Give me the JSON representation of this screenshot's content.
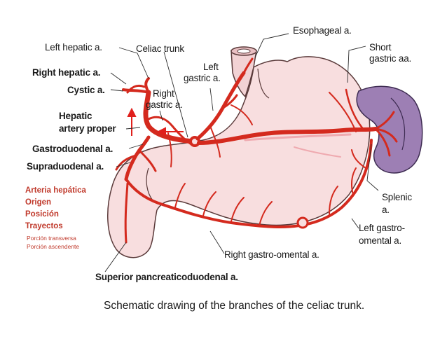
{
  "labels": {
    "left_hepatic": "Left hepatic a.",
    "celiac_trunk": "Celiac trunk",
    "left_gastric_1": "Left",
    "left_gastric_2": "gastric a.",
    "esophageal": "Esophageal a.",
    "short_gastric_1": "Short",
    "short_gastric_2": "gastric aa.",
    "right_hepatic": "Right hepatic a.",
    "cystic": "Cystic a.",
    "right_gastric_1": "Right",
    "right_gastric_2": "gastric a.",
    "hepatic_proper_1": "Hepatic",
    "hepatic_proper_2": "artery proper",
    "gastroduodenal": "Gastroduodenal a.",
    "supraduodenal": "Supraduodenal a.",
    "splenic_1": "Splenic",
    "splenic_2": "a.",
    "left_gastro_omental_1": "Left gastro-",
    "left_gastro_omental_2": "omental a.",
    "right_gastro_omental": "Right gastro-omental a.",
    "superior_pancreaticoduodenal": "Superior pancreaticoduodenal a."
  },
  "notes": {
    "title": "Arteria hepática",
    "items": [
      "Origen",
      "Posición",
      "Trayectos"
    ],
    "subitems": [
      "Porción transversa",
      "Porción ascendente"
    ]
  },
  "caption": "Schematic drawing of the branches of the celiac trunk.",
  "colors": {
    "artery": "#d42a1e",
    "artery_dark": "#8e1a12",
    "stomach_fill": "#f8dedf",
    "spleen_fill": "#9d7fb4",
    "annotation": "#c0392b"
  }
}
